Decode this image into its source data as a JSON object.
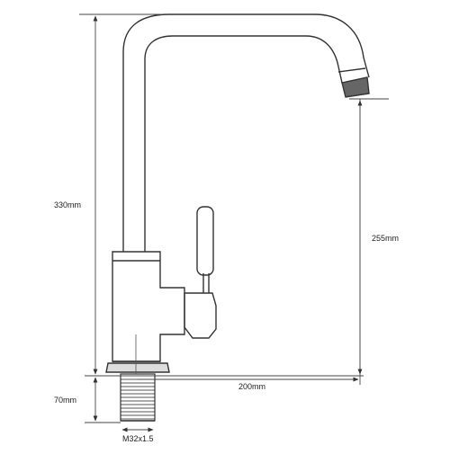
{
  "dimensions": {
    "overall_height": "330mm",
    "spout_height": "255mm",
    "spout_reach": "200mm",
    "shank_length": "70mm",
    "thread_size": "M32x1.5"
  },
  "colors": {
    "line": "#333333",
    "dimension_line": "#444444",
    "background": "#ffffff"
  }
}
